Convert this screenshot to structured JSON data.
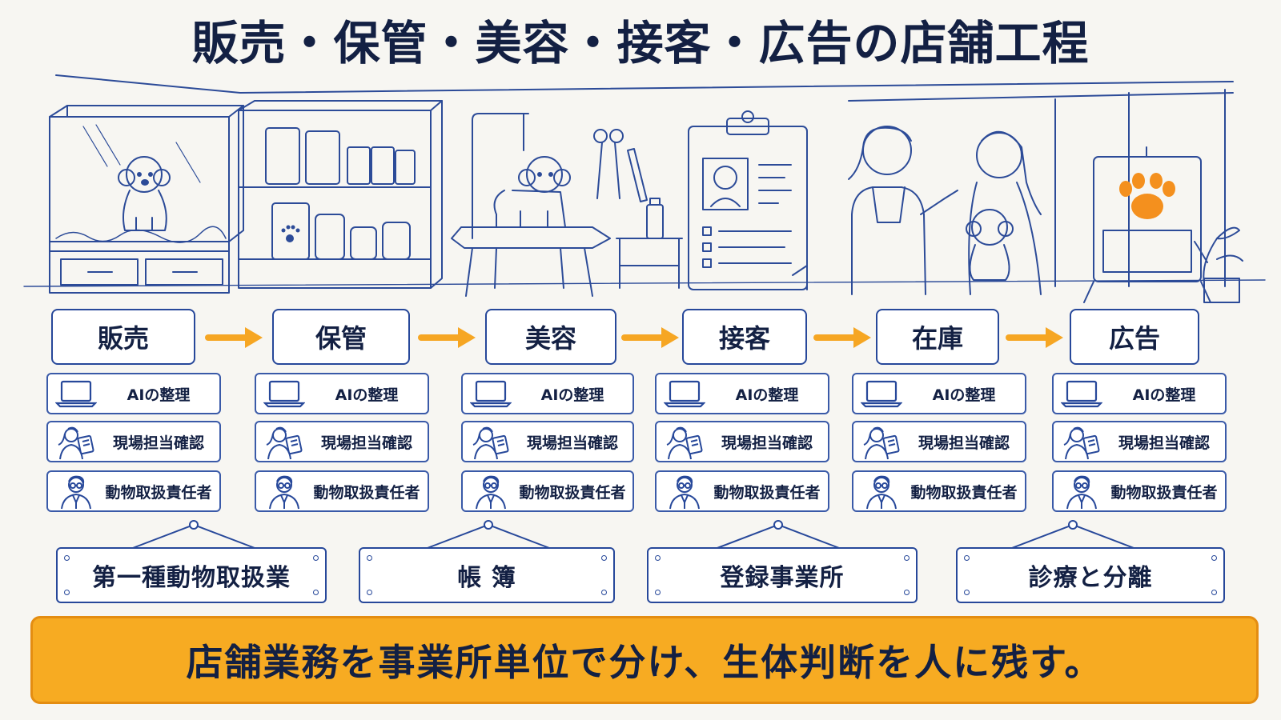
{
  "title": "販売・保管・美容・接客・広告の店舗工程",
  "stages": [
    "販売",
    "保管",
    "美容",
    "接客",
    "在庫",
    "広告"
  ],
  "roles": {
    "ai": "AIの整理",
    "staff": "現場担当確認",
    "manager": "動物取扱責任者"
  },
  "laws": [
    "第一種動物取扱業",
    "帳 簿",
    "登録事業所",
    "診療と分離"
  ],
  "banner": "店舗業務を事業所単位で分け、生体判断を人に残す。",
  "colors": {
    "ink": "#27489a",
    "arrow": "#f6a623",
    "banner": "#f7ab22",
    "paw": "#f4901e"
  },
  "icons": [
    "laptop-icon",
    "staff-clipboard-icon",
    "manager-avatar-icon",
    "paw-icon"
  ]
}
